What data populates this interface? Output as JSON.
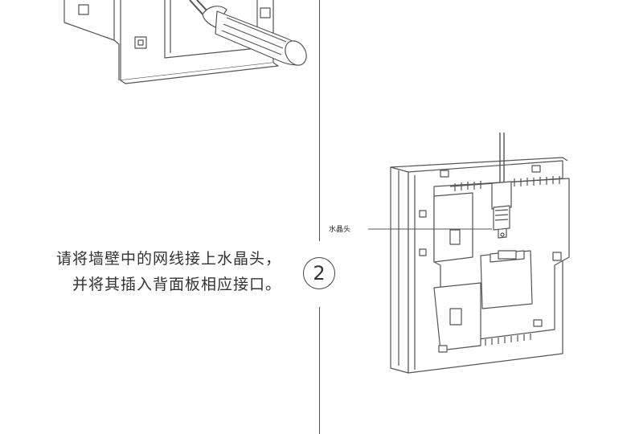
{
  "step": {
    "number": "2",
    "instruction_line1": "请将墙壁中的网线接上水晶头，",
    "instruction_line2": "并将其插入背面板相应接口。"
  },
  "callout": {
    "label": "水晶头"
  },
  "colors": {
    "line": "#555555",
    "text": "#333333",
    "panel_fill": "#ffffff",
    "shade": "#d8d8d8"
  }
}
